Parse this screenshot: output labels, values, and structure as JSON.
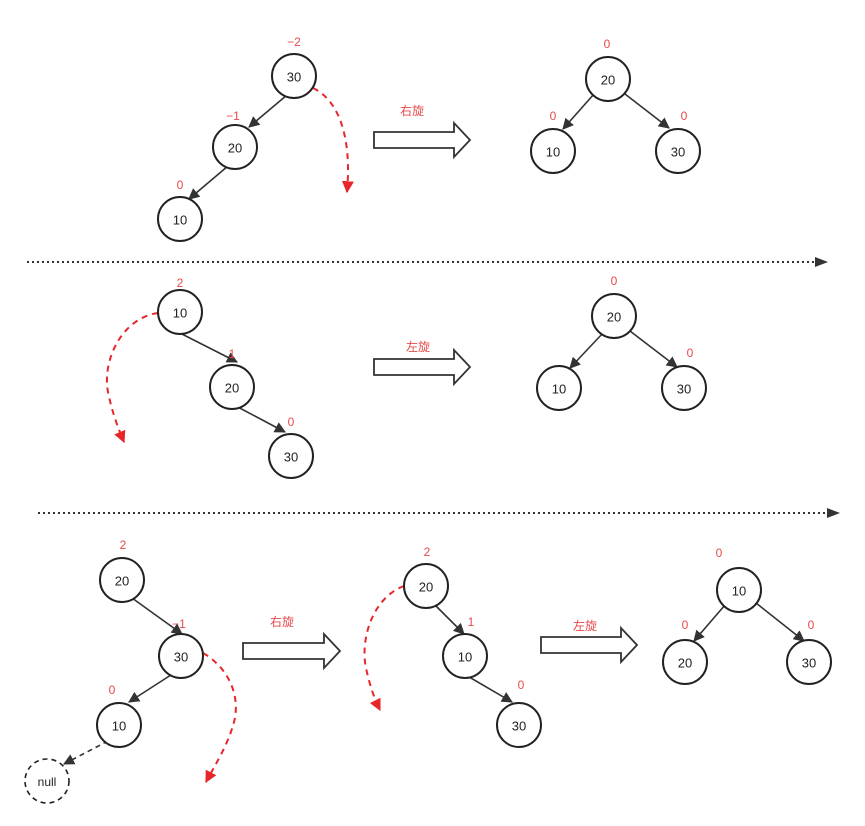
{
  "rotations": {
    "right": "右旋",
    "left": "左旋"
  },
  "null_label": "null",
  "sections": [
    {
      "before": [
        {
          "id": "30",
          "label": "30",
          "balance": "−2"
        },
        {
          "id": "20",
          "label": "20",
          "balance": "−1"
        },
        {
          "id": "10",
          "label": "10",
          "balance": "0"
        }
      ],
      "after": [
        {
          "id": "20",
          "label": "20",
          "balance": "0"
        },
        {
          "id": "10",
          "label": "10",
          "balance": "0"
        },
        {
          "id": "30",
          "label": "30",
          "balance": "0"
        }
      ]
    },
    {
      "before": [
        {
          "id": "10",
          "label": "10",
          "balance": "2"
        },
        {
          "id": "20",
          "label": "20",
          "balance": "1"
        },
        {
          "id": "30",
          "label": "30",
          "balance": "0"
        }
      ],
      "after": [
        {
          "id": "20",
          "label": "20",
          "balance": "0"
        },
        {
          "id": "10",
          "label": "10",
          "balance": ""
        },
        {
          "id": "30",
          "label": "30",
          "balance": "0"
        }
      ]
    },
    {
      "before": [
        {
          "id": "20",
          "label": "20",
          "balance": "2"
        },
        {
          "id": "30",
          "label": "30",
          "balance": "−1"
        },
        {
          "id": "10",
          "label": "10",
          "balance": "0"
        }
      ],
      "middle": [
        {
          "id": "20",
          "label": "20",
          "balance": "2"
        },
        {
          "id": "10",
          "label": "10",
          "balance": "1"
        },
        {
          "id": "30",
          "label": "30",
          "balance": "0"
        }
      ],
      "after": [
        {
          "id": "10",
          "label": "10",
          "balance": "0"
        },
        {
          "id": "20",
          "label": "20",
          "balance": "0"
        },
        {
          "id": "30",
          "label": "30",
          "balance": "0"
        }
      ]
    }
  ],
  "colors": {
    "balance_factor": "#e8494a",
    "rotation_curve": "#e8262a",
    "stroke": "#222222"
  }
}
